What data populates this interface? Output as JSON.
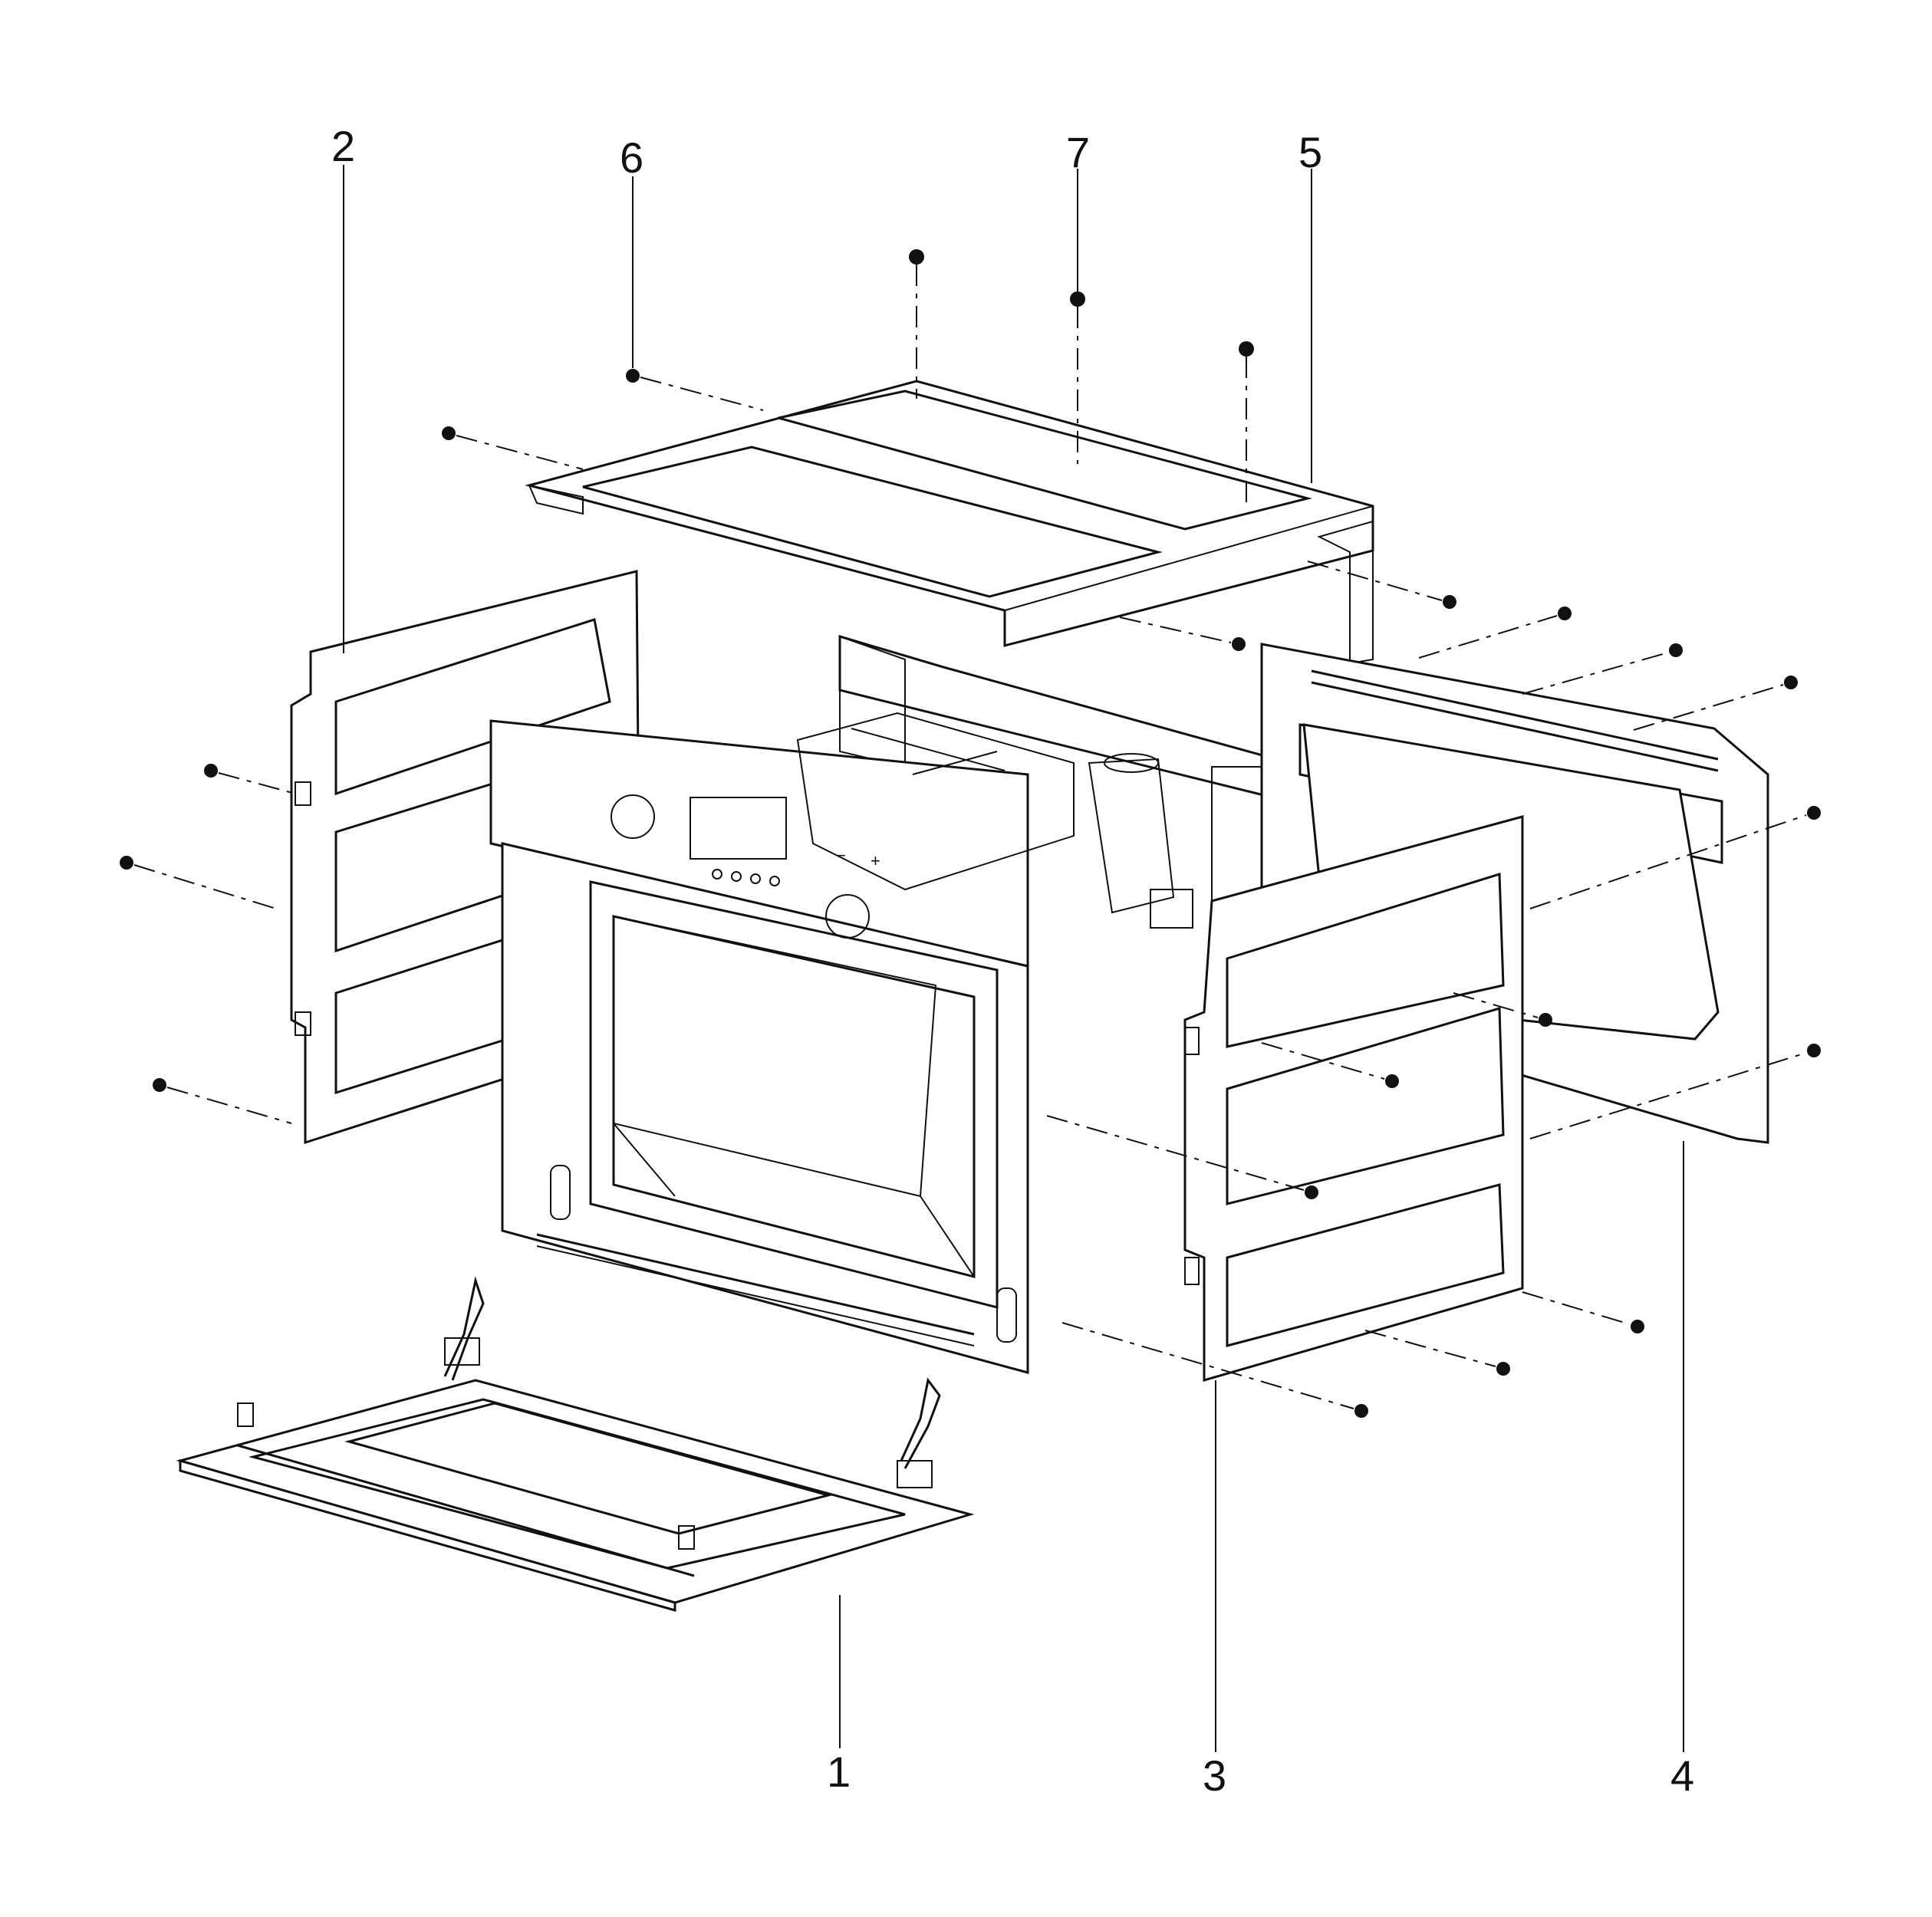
{
  "callouts": [
    {
      "id": "1",
      "label": "1"
    },
    {
      "id": "2",
      "label": "2"
    },
    {
      "id": "3",
      "label": "3"
    },
    {
      "id": "4",
      "label": "4"
    },
    {
      "id": "5",
      "label": "5"
    },
    {
      "id": "6",
      "label": "6"
    },
    {
      "id": "7",
      "label": "7"
    }
  ],
  "control_panel": {
    "minus_symbol": "−",
    "plus_symbol": "+"
  }
}
